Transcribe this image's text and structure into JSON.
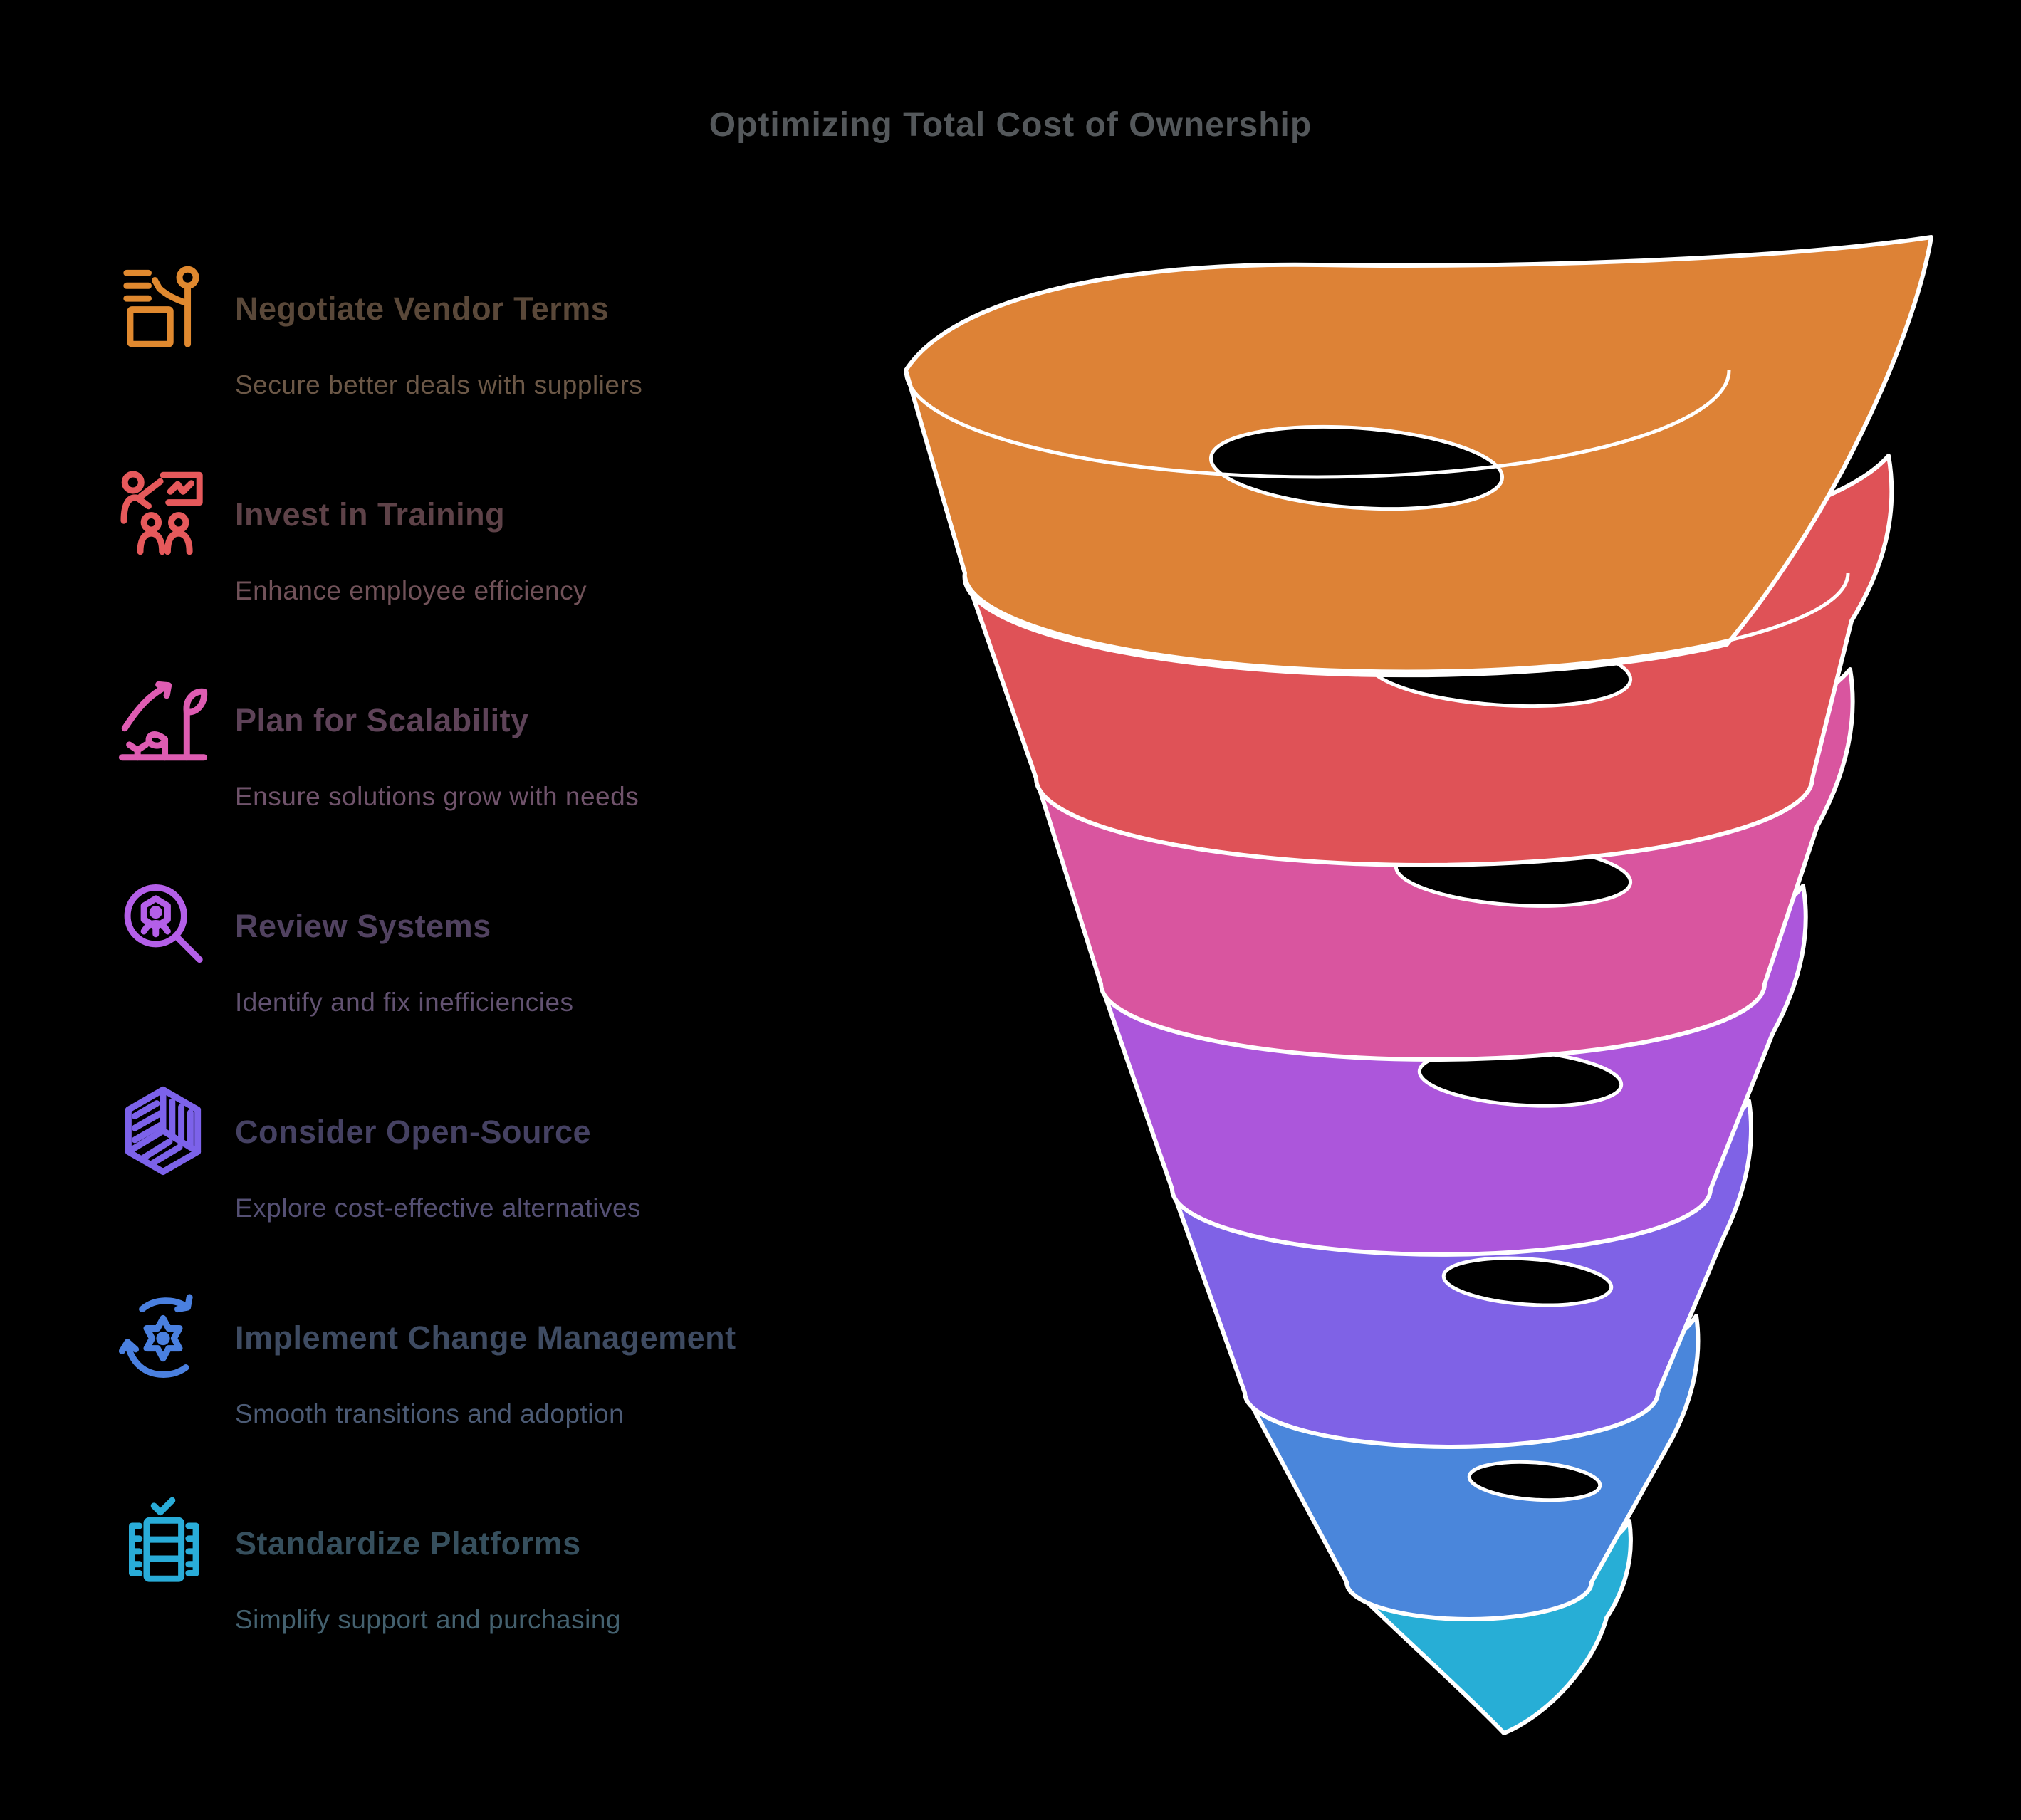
{
  "title": "Optimizing Total Cost of Ownership",
  "title_color": "#54585B",
  "background_color": "#000000",
  "funnel_outline_color": "#FFFFFF",
  "steps": [
    {
      "title": "Negotiate Vendor Terms",
      "subtitle": "Secure better deals with suppliers",
      "icon": "podium-negotiation-icon",
      "icon_color": "#E0892F",
      "title_color": "#5A4839",
      "subtitle_color": "#6C5847",
      "funnel_color": "#DD8236"
    },
    {
      "title": "Invest in Training",
      "subtitle": "Enhance employee efficiency",
      "icon": "trainer-presentation-icon",
      "icon_color": "#E6595B",
      "title_color": "#5E4248",
      "subtitle_color": "#715259",
      "funnel_color": "#DF5257"
    },
    {
      "title": "Plan for Scalability",
      "subtitle": "Ensure solutions grow with needs",
      "icon": "plant-growth-icon",
      "icon_color": "#DE5CB2",
      "title_color": "#5E4358",
      "subtitle_color": "#70536B",
      "funnel_color": "#D9559F"
    },
    {
      "title": "Review Systems",
      "subtitle": "Identify and fix inefficiencies",
      "icon": "magnifier-person-icon",
      "icon_color": "#B45FE8",
      "title_color": "#514260",
      "subtitle_color": "#625271",
      "funnel_color": "#AC56DB"
    },
    {
      "title": "Consider Open-Source",
      "subtitle": "Explore cost-effective alternatives",
      "icon": "open-source-cube-icon",
      "icon_color": "#7C62EA",
      "title_color": "#454162",
      "subtitle_color": "#555074",
      "funnel_color": "#7F62E6"
    },
    {
      "title": "Implement Change Management",
      "subtitle": "Smooth transitions and adoption",
      "icon": "gear-sync-icon",
      "icon_color": "#4A80E0",
      "title_color": "#3E4B62",
      "subtitle_color": "#4C5B75",
      "funnel_color": "#4A86DB"
    },
    {
      "title": "Standardize Platforms",
      "subtitle": "Simplify support and purchasing",
      "icon": "server-check-icon",
      "icon_color": "#29ACD8",
      "title_color": "#364F5D",
      "subtitle_color": "#44616F",
      "funnel_color": "#27AED6"
    }
  ]
}
